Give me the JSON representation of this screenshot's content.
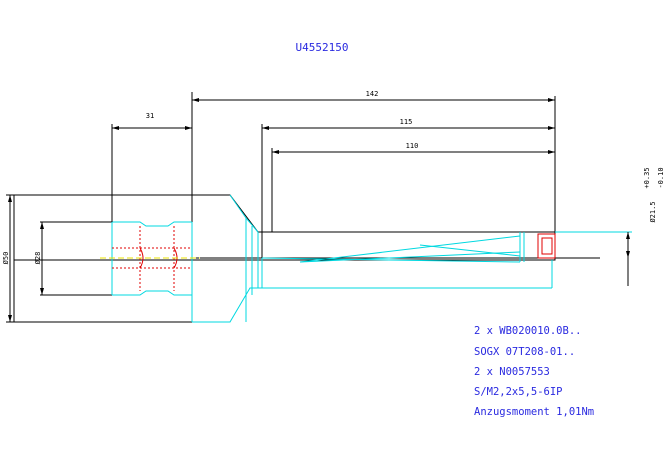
{
  "drawing": {
    "title": "U4552150",
    "dimensions": {
      "total_length": "142",
      "length_mid": "115",
      "length_inner": "110",
      "shank_length": "31",
      "shank_diameter": "Ø50",
      "bore_diameter": "Ø28",
      "tip_diameter": "Ø21.5",
      "tip_tol_upper": "+0.35",
      "tip_tol_lower": "-0.10"
    },
    "parts_list": [
      "2 x WB020010.0B..",
      "SOGX 07T208-01..",
      "2 x N0057553",
      "S/M2,2x5,5-6IP",
      "Anzugsmoment 1,01Nm"
    ],
    "colors": {
      "outline": "#000000",
      "hidden_cyan": "#00d8e0",
      "insert_red": "#e00000",
      "centerline_yellow": "#e8e000",
      "text_blue": "#2a2ae0"
    }
  }
}
